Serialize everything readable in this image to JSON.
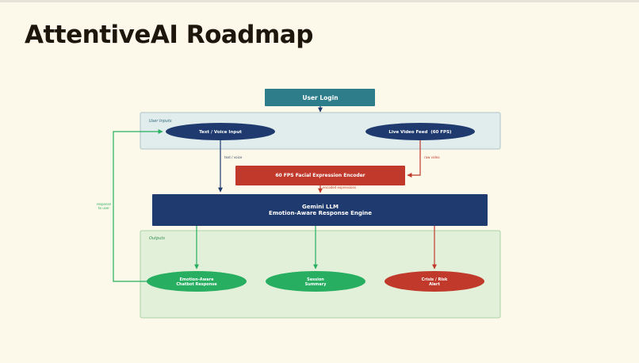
{
  "title": "AttentiveAI Roadmap",
  "colors": {
    "background": "#fdf9ea",
    "teal": "#2e7d8b",
    "navy": "#1e3a6e",
    "red": "#c0392b",
    "green": "#27ae60",
    "inputs_fill": "#e1ecec",
    "outputs_fill": "#e2f0da"
  },
  "diagram": {
    "login": "User Login",
    "inputs_group": "User Inputs",
    "text_voice": "Text / Voice Input",
    "live_video": "Live Video Feed  (60 FPS)",
    "encoder": "60 FPS Facial Expression Encoder",
    "llm_line1": "Gemini LLM",
    "llm_line2": "Emotion-Aware Response Engine",
    "outputs_group": "Outputs",
    "out1_line1": "Emotion-Aware",
    "out1_line2": "Chatbot Response",
    "out2_line1": "Session",
    "out2_line2": "Summary",
    "out3_line1": "Crisis / Risk",
    "out3_line2": "Alert",
    "edge_text_voice": "text / voice",
    "edge_raw_video": "raw video",
    "edge_encoded": "encoded expressions",
    "edge_response_line1": "response",
    "edge_response_line2": "to user"
  }
}
